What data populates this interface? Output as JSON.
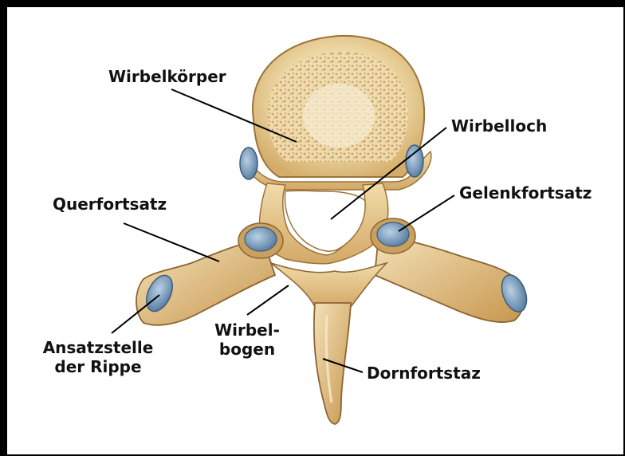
{
  "labels": {
    "wirbelkoerper": "Wirbelkörper",
    "wirbelloch": "Wirbelloch",
    "gelenkfortsatz": "Gelenkfortsatz",
    "querfortsatz": "Querfortsatz",
    "wirbelbogen_line1": "Wirbel-",
    "wirbelbogen_line2": "bogen",
    "ansatzstelle_line1": "Ansatzstelle",
    "ansatzstelle_line2": "der Rippe",
    "dornfortsatz": "Dornfortstaz"
  },
  "colors": {
    "bone": "#e8cc8e",
    "bone_dark": "#b58a4a",
    "bone_light": "#f6ead0",
    "spongy": "#d9b57a",
    "cartilage": "#6a8fb3",
    "cartilage_light": "#a9c4dd",
    "leader_line": "#000000"
  }
}
